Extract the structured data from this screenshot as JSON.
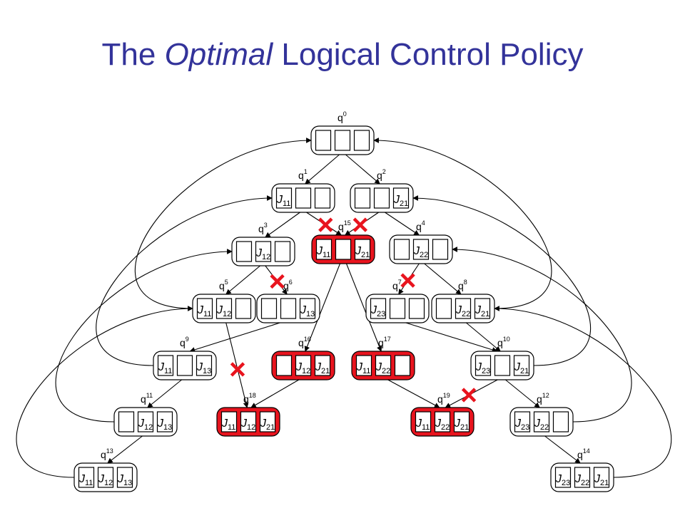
{
  "title": {
    "before": "The ",
    "emphasis": "Optimal",
    "after": " Logical Control Policy"
  },
  "colors": {
    "title": "#33339a",
    "line": "#000000",
    "node_fill": "#ffffff",
    "forbidden_fill": "#e8141e",
    "cross": "#e8141e"
  },
  "states": [
    {
      "id": "q0",
      "index": "0",
      "slots": [
        "",
        "",
        ""
      ],
      "forbidden": false
    },
    {
      "id": "q1",
      "index": "1",
      "slots": [
        "11",
        "",
        ""
      ],
      "forbidden": false
    },
    {
      "id": "q2",
      "index": "2",
      "slots": [
        "",
        "",
        "21"
      ],
      "forbidden": false
    },
    {
      "id": "q3",
      "index": "3",
      "slots": [
        "",
        "12",
        ""
      ],
      "forbidden": false
    },
    {
      "id": "q4",
      "index": "4",
      "slots": [
        "",
        "22",
        ""
      ],
      "forbidden": false
    },
    {
      "id": "q5",
      "index": "5",
      "slots": [
        "11",
        "12",
        ""
      ],
      "forbidden": false
    },
    {
      "id": "q6",
      "index": "6",
      "slots": [
        "",
        "",
        "13"
      ],
      "forbidden": false
    },
    {
      "id": "q7",
      "index": "7",
      "slots": [
        "23",
        "",
        ""
      ],
      "forbidden": false
    },
    {
      "id": "q8",
      "index": "8",
      "slots": [
        "",
        "22",
        "21"
      ],
      "forbidden": false
    },
    {
      "id": "q9",
      "index": "9",
      "slots": [
        "11",
        "",
        "13"
      ],
      "forbidden": false
    },
    {
      "id": "q10",
      "index": "10",
      "slots": [
        "23",
        "",
        "21"
      ],
      "forbidden": false
    },
    {
      "id": "q11",
      "index": "11",
      "slots": [
        "",
        "12",
        "13"
      ],
      "forbidden": false
    },
    {
      "id": "q12",
      "index": "12",
      "slots": [
        "23",
        "22",
        ""
      ],
      "forbidden": false
    },
    {
      "id": "q13",
      "index": "13",
      "slots": [
        "11",
        "12",
        "13"
      ],
      "forbidden": false
    },
    {
      "id": "q14",
      "index": "14",
      "slots": [
        "23",
        "22",
        "21"
      ],
      "forbidden": false
    },
    {
      "id": "q15",
      "index": "15",
      "slots": [
        "11",
        "",
        "21"
      ],
      "forbidden": true
    },
    {
      "id": "q16",
      "index": "16",
      "slots": [
        "",
        "12",
        "21"
      ],
      "forbidden": true
    },
    {
      "id": "q17",
      "index": "17",
      "slots": [
        "11",
        "22",
        ""
      ],
      "forbidden": true
    },
    {
      "id": "q18",
      "index": "18",
      "slots": [
        "11",
        "12",
        "21"
      ],
      "forbidden": true
    },
    {
      "id": "q19",
      "index": "19",
      "slots": [
        "11",
        "22",
        "21"
      ],
      "forbidden": true
    }
  ],
  "transitions": [
    {
      "from": "q0",
      "to": "q1",
      "disabled": false
    },
    {
      "from": "q0",
      "to": "q2",
      "disabled": false
    },
    {
      "from": "q1",
      "to": "q3",
      "disabled": false
    },
    {
      "from": "q1",
      "to": "q15",
      "disabled": true
    },
    {
      "from": "q2",
      "to": "q15",
      "disabled": true
    },
    {
      "from": "q2",
      "to": "q4",
      "disabled": false
    },
    {
      "from": "q3",
      "to": "q5",
      "disabled": false
    },
    {
      "from": "q3",
      "to": "q6",
      "disabled": true
    },
    {
      "from": "q4",
      "to": "q7",
      "disabled": true
    },
    {
      "from": "q4",
      "to": "q8",
      "disabled": false
    },
    {
      "from": "q15",
      "to": "q16",
      "disabled": false
    },
    {
      "from": "q15",
      "to": "q17",
      "disabled": false
    },
    {
      "from": "q6",
      "to": "q9",
      "disabled": false
    },
    {
      "from": "q5",
      "to": "q18",
      "disabled": true
    },
    {
      "from": "q7",
      "to": "q10",
      "disabled": false
    },
    {
      "from": "q8",
      "to": "q10",
      "disabled": false
    },
    {
      "from": "q9",
      "to": "q11",
      "disabled": false
    },
    {
      "from": "q16",
      "to": "q18",
      "disabled": false
    },
    {
      "from": "q17",
      "to": "q19",
      "disabled": false
    },
    {
      "from": "q10",
      "to": "q12",
      "disabled": false
    },
    {
      "from": "q11",
      "to": "q13",
      "disabled": false
    },
    {
      "from": "q12",
      "to": "q14",
      "disabled": false
    },
    {
      "from": "q10",
      "to": "q19",
      "disabled": true
    }
  ],
  "loops": [
    {
      "from": "q5",
      "to": "q0"
    },
    {
      "from": "q8",
      "to": "q0"
    },
    {
      "from": "q9",
      "to": "q1"
    },
    {
      "from": "q10",
      "to": "q2"
    },
    {
      "from": "q11",
      "to": "q3"
    },
    {
      "from": "q12",
      "to": "q4"
    },
    {
      "from": "q13",
      "to": "q5"
    },
    {
      "from": "q14",
      "to": "q8"
    }
  ]
}
